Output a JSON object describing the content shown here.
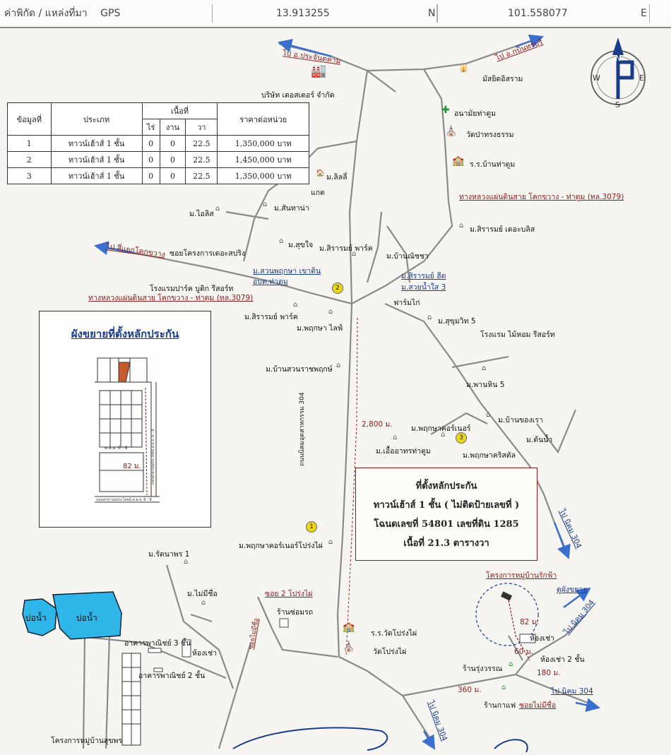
{
  "header": {
    "coord_label": "ค่าพิกัด / แหล่งที่มา",
    "source": "GPS",
    "latitude": "13.913255",
    "lat_suffix": "N",
    "longitude": "101.558077",
    "lon_suffix": "E"
  },
  "price_table": {
    "headers": [
      "ข้อมูลที่",
      "ประเภท",
      "เนื้อที่",
      "ราคาต่อหน่วย"
    ],
    "sub_headers": [
      "ไร่",
      "งาน",
      "วา"
    ],
    "rows": [
      {
        "no": "1",
        "type": "ทาวน์เฮ้าส์ 1 ชั้น",
        "rai": "0",
        "ngan": "0",
        "wa": "22.5",
        "price": "1,350,000 บาท"
      },
      {
        "no": "2",
        "type": "ทาวน์เฮ้าส์ 1 ชั้น",
        "rai": "0",
        "ngan": "0",
        "wa": "22.5",
        "price": "1,450,000 บาท"
      },
      {
        "no": "3",
        "type": "ทาวน์เฮ้าส์ 1 ชั้น",
        "rai": "0",
        "ngan": "0",
        "wa": "22.5",
        "price": "1,350,000 บาท"
      }
    ]
  },
  "inset": {
    "title": "ผังขยายที่ตั้งหลักประกัน",
    "distance": "82 ม.",
    "road_a": "ค.ส.ล. 6 - 8",
    "road_b": "ถนนสาธารณประโยชน์ ค.ส.ล. 6 - 8",
    "road_c": "ถนนสาธารณประโยชน์ ค.ส.ล. 6 - 8"
  },
  "infobox": {
    "line1": "ที่ตั้งหลักประกัน",
    "line2": "ทาวน์เฮ้าส์ 1 ชั้น ( ไม่ติดป้ายเลขที่ )",
    "line3": "โฉนดเลขที่ 54801 เลขที่ดิน 1285",
    "line4": "เนื้อที่ 21.3 ตารางวา"
  },
  "compass": {
    "n": "N",
    "s": "S",
    "e": "E",
    "w": "W"
  },
  "labels": {
    "to_prachinburi": "ไป อ.ประจันตคาม",
    "to_kabinburi": "ไป อ.กบินทร์บุรี",
    "mosque": "มัสยิดอิสราม",
    "company": "บริษัท เดอสเดอร์ จำกัด",
    "health": "อนามัยท่าตูม",
    "wat_pa": "วัดป่าทรงธรรม",
    "school_thatum": "ร.ร.บ้านท่าตูม",
    "m_lilly": "ม.ลิลลี่",
    "kaet": "แกต",
    "road3079_a": "ทางหลวงแผ่นดินสาย โคกขวาง - ท่าตูม (ทล.3079)",
    "m_ailis": "ม.ไอลิส",
    "m_santana": "ม.สันทาน่า",
    "m_sirarom_bliss": "ม.สิรารมย์ เดอะบลิส",
    "to_kokkwang": "ไป สี่แยกโคกขวาง",
    "soi_project": "ซอยโครงการเดอะสปริง",
    "m_sukjai": "ม.สุขใจ",
    "m_sirarom_park": "ม.สิรารมย์ พาร์ค",
    "m_banphichaya": "ม.บ้านณัชชา",
    "m_suanpruksa": "ม.สวนพฤกษา เขาดิน",
    "obt": "อบต.ท่าตูม",
    "m_sirarom_heat": "ม.สิรารมย์ ฮีต",
    "m_suannamsai": "ม.สวยน้ำใส 3",
    "hotel_park": "โรงแรมปาร์ค บูติก รีสอร์ท",
    "road3079_b": "ทางหลวงแผ่นดินสาย โคกขวาง - ท่าตูม (ทล.3079)",
    "chicken_farm": "ฟาร์มไก่",
    "m_sirarom_park2": "ม.สิรารมย์ พาร์ค",
    "m_pruksa_life": "ม.พฤกษา ไลฟ์",
    "m_sukhumvit": "ม.สุขุมวิท 5",
    "hotel_maihom": "โรงแรม ไม้หอม รีสอร์ท",
    "m_bansuan": "ม.บ้านสวนราชพฤกษ์",
    "m_panhin": "ม.พานหิน 5",
    "dist_2800": "2,800 ม.",
    "m_pruksa_corner": "ม.พฤกษาคอร์เนอร์",
    "m_bankhongrao": "ม.บ้านของเรา",
    "road304": "ถนนนิคมอุตสาหกรรม 304",
    "m_ueaarthon": "ม.เอื้ออาทรท่าตูม",
    "m_pruksa_crystal": "ม.พฤกษาคริสตัล",
    "m_tonnam": "ม.ต้นน้ำ",
    "to_nikom_a": "ไป นิคม 304",
    "m_pruksa_corner_prongphai": "ม.พฤกษาคอร์เนอร์โปร่งไผ่",
    "m_rattanaporn": "ม.รัตนาพร 1",
    "m_mairchue": "ม.ไม่มีชื่อ",
    "soi2": "ซอย 2 โปร่งไผ่",
    "car_shop": "ร้านซ่อมรถ",
    "project_rakfa": "โครงการหมู่บ้านรักฟ้า",
    "inset_ref": "ดูผังขยาย",
    "pond1": "บ่อน้ำ",
    "pond2": "บ่อน้ำ",
    "commercial3": "อาคารพาณิชย์ 3 ชั้น",
    "room_rent": "ห้องเช่า",
    "commercial2": "อาคารพาณิชย์ 2 ชั้น",
    "soi_mairchue": "ซอยไม่มีชื่อ",
    "school_prongphai": "ร.ร.วัดโปร่งไผ่",
    "wat_prongphai": "วัดโปร่งไผ่",
    "d82": "82 ม.",
    "to_nikom_b": "ไป นิคม 304",
    "room_rent2": "ห้องเช่า",
    "d60": "60 ม.",
    "room_rent3": "ห้องเช่า 2 ชั้น",
    "shop_rungworawan": "ร้านรุ่งวรรณ",
    "d180": "180 ม.",
    "d360": "360 ม.",
    "cafe": "ร้านกาแฟ",
    "soi_mairchue2": "ซอยไม่มีชื่อ",
    "to_nikom_c": "ไป นิคม 304",
    "to_nikom_d": "ไป นิคม 304",
    "project_sukpon": "โครงการหมู่บ้านสุขพร"
  },
  "markers": [
    "1",
    "2",
    "3"
  ],
  "colors": {
    "road": "#7a7a7a",
    "pond": "#2eb6e8",
    "plot": "#c65a2a",
    "red": "#8b1a1a",
    "blue": "#1a3c8b",
    "marker": "#ecd71c"
  }
}
